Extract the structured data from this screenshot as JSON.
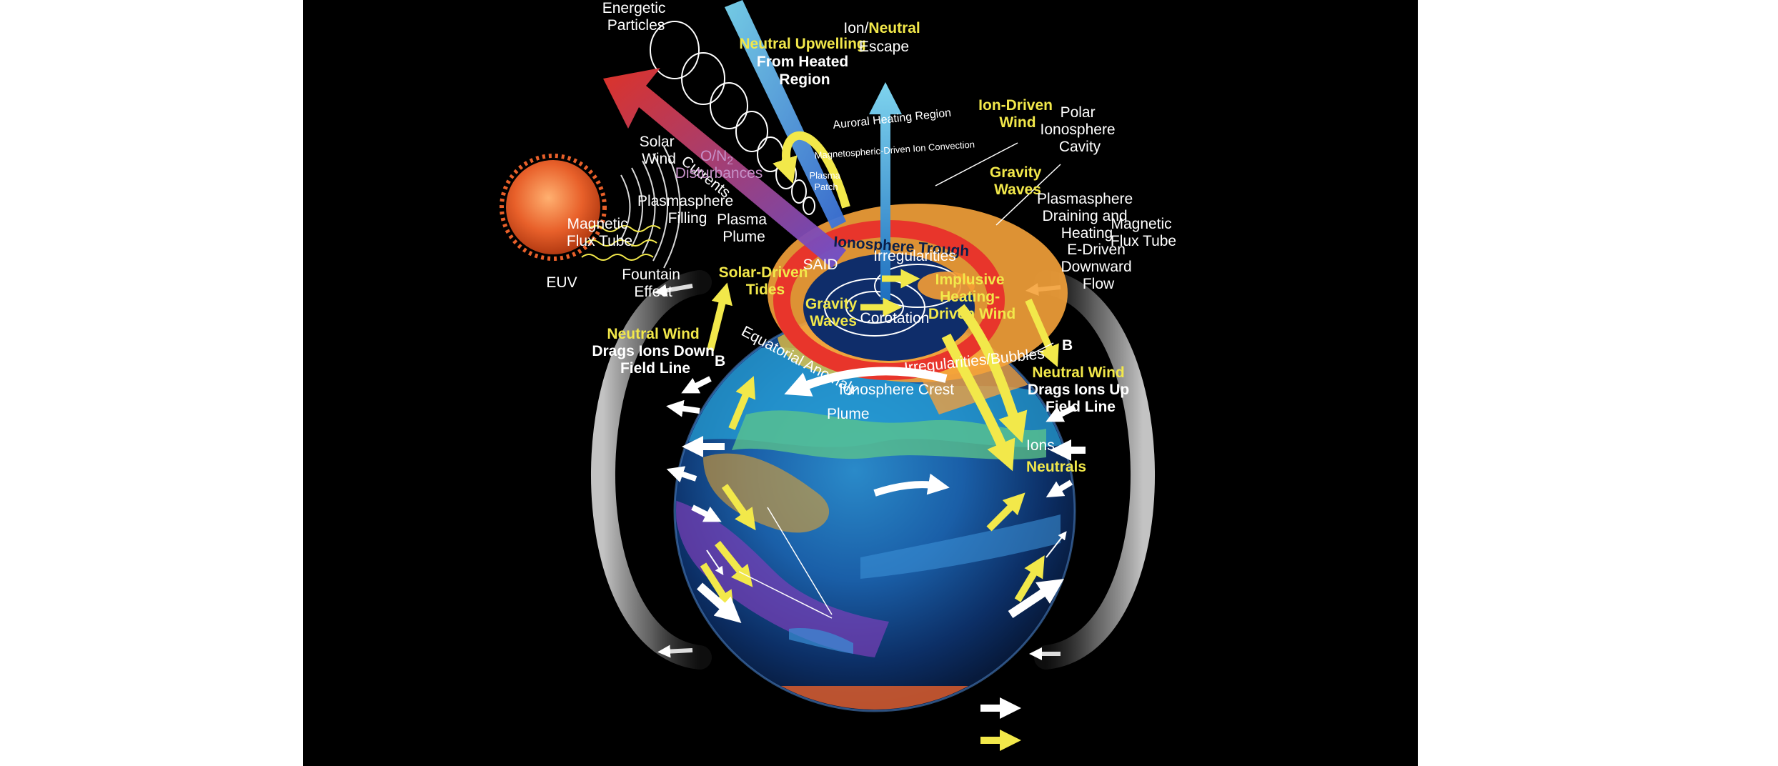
{
  "labels": {
    "energetic": [
      "Energetic",
      "Particles"
    ],
    "currents": "Currents",
    "neutral_upwelling": [
      "Neutral Upwelling",
      "From Heated",
      "Region"
    ],
    "ion_escape_a": "Ion/",
    "ion_escape_b": "Neutral",
    "ion_escape_c": "Escape",
    "ion_driven_wind": [
      "Ion-Driven",
      "Wind"
    ],
    "polar_cavity": [
      "Polar",
      "Ionosphere",
      "Cavity"
    ],
    "auroral_heating": "Auroral Heating Region",
    "mag_convection": "Magnetospheric-Driven Ion Convection",
    "plasma_patch": [
      "Plasma",
      "Patch"
    ],
    "solar_wind": [
      "Solar",
      "Wind"
    ],
    "euv": "EUV",
    "on2_a": "O/N",
    "on2_sub": "2",
    "on2_b": "Disturbances",
    "plasmasphere_filling": [
      "Plasmasphere",
      "Filling"
    ],
    "gravity_waves_top": [
      "Gravity",
      "Waves"
    ],
    "plasmasphere_draining": [
      "Plasmasphere",
      "Draining and",
      "Heating"
    ],
    "magnetic_flux_left": [
      "Magnetic",
      "Flux Tube"
    ],
    "magnetic_flux_right": [
      "Magnetic",
      "Flux Tube"
    ],
    "plasma_plume": [
      "Plasma",
      "Plume"
    ],
    "ionosphere_trough": "Ionosphere Trough",
    "said": "SAID",
    "irregularities": "Irregularities",
    "edriven": [
      "E-Driven",
      "Downward",
      "Flow"
    ],
    "fountain": [
      "Fountain",
      "Effect"
    ],
    "solar_tides": [
      "Solar-Driven",
      "Tides"
    ],
    "implusive": [
      "Implusive",
      "Heating-",
      "Driven Wind"
    ],
    "gravity_waves_mid": [
      "Gravity",
      "Waves"
    ],
    "corotation": "Corotation",
    "nw_down": [
      "Neutral Wind",
      "Drags Ions Down",
      "Field Line"
    ],
    "equatorial": "Equatorial Anomaly",
    "bubbles": "Irregularities/Bubbles",
    "b_left": "B",
    "b_right": "B",
    "nw_up": [
      "Neutral Wind",
      "Drags Ions Up",
      "Field Line"
    ],
    "crest": "Ionosphere Crest",
    "plume": "Plume",
    "legend_ions": "Ions",
    "legend_neutrals": "Neutrals"
  },
  "colors": {
    "background": "#000000",
    "neutral_arrow": "#f2e84a",
    "ion_arrow": "#ffffff",
    "auroral_ring": "#e8352b",
    "cool_ocean": "#0d2f6e",
    "highlight_green": "#5ec58a"
  }
}
